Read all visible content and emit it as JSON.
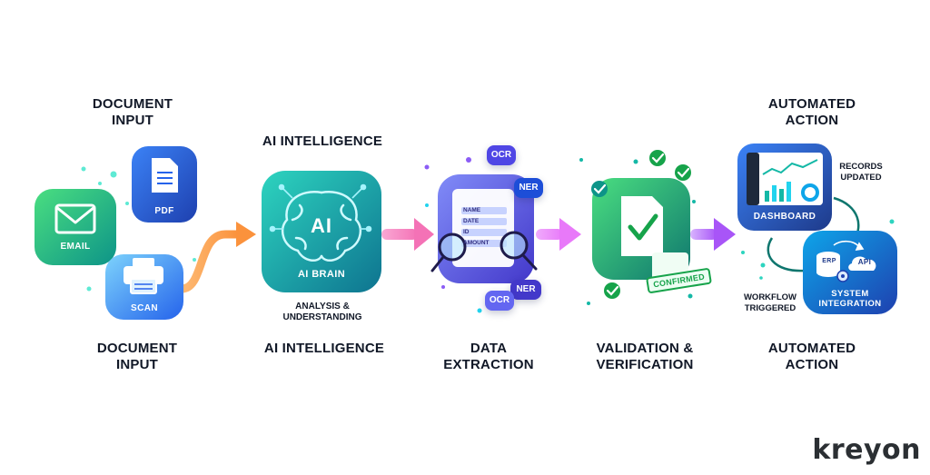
{
  "stages": [
    {
      "title": "DOCUMENT\nINPUT",
      "label": "DOCUMENT\nINPUT",
      "items": {
        "email": "EMAIL",
        "pdf": "PDF",
        "scan": "SCAN"
      }
    },
    {
      "title": "AI INTELLIGENCE",
      "label": "AI INTELLIGENCE",
      "items": {
        "brain": "AI",
        "brain_label": "AI BRAIN",
        "caption": "ANALYSIS &\nUNDERSTANDING"
      }
    },
    {
      "label": "DATA\nEXTRACTION",
      "items": {
        "ocr_top": "OCR",
        "ner_top": "NER",
        "ocr_bottom": "OCR",
        "ner_bottom": "NER",
        "fields": [
          "NAME",
          "DATE",
          "ID",
          "AMOUNT"
        ]
      }
    },
    {
      "label": "VALIDATION &\nVERIFICATION",
      "items": {
        "stamp": "CONFIRMED"
      }
    },
    {
      "title": "AUTOMATED\nACTION",
      "label": "AUTOMATED\nACTION",
      "items": {
        "dashboard": "DASHBOARD",
        "records": "RECORDS\nUPDATED",
        "workflow": "WORKFLOW\nTRIGGERED",
        "integration": "SYSTEM\nINTEGRATION",
        "erp": "ERP",
        "api": "API"
      }
    }
  ],
  "brand": {
    "logo": "kreyon"
  },
  "colors": {
    "orange": "#f97316",
    "purple": "#a855f7",
    "teal": "#14b8a6",
    "green": "#22c55e",
    "blue": "#2563eb",
    "indigo": "#4f46e5"
  }
}
